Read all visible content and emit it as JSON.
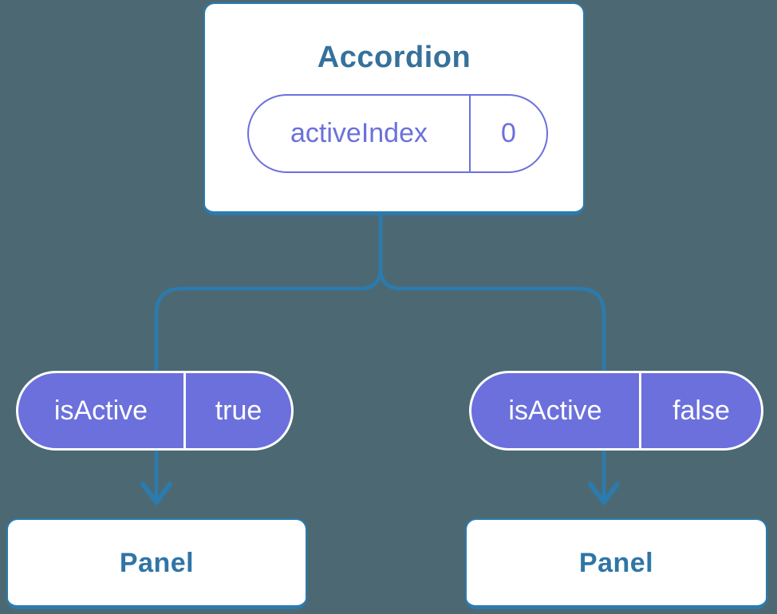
{
  "diagram": {
    "description": "React component tree showing state passed down as props from an Accordion to two Panels",
    "root": {
      "title": "Accordion",
      "prop": {
        "name": "activeIndex",
        "value": "0"
      }
    },
    "children": [
      {
        "prop": {
          "name": "isActive",
          "value": "true"
        },
        "panel_title": "Panel"
      },
      {
        "prop": {
          "name": "isActive",
          "value": "false"
        },
        "panel_title": "Panel"
      }
    ],
    "colors": {
      "background": "#4C6973",
      "connector": "#2B7BAE",
      "card_bg": "#FFFFFF",
      "card_border": "#2B7BAE",
      "title_text": "#35719B",
      "panel_text": "#2F75A6",
      "pill_purple": "#6B70DC",
      "pill_text_light": "#FFFFFF"
    }
  }
}
